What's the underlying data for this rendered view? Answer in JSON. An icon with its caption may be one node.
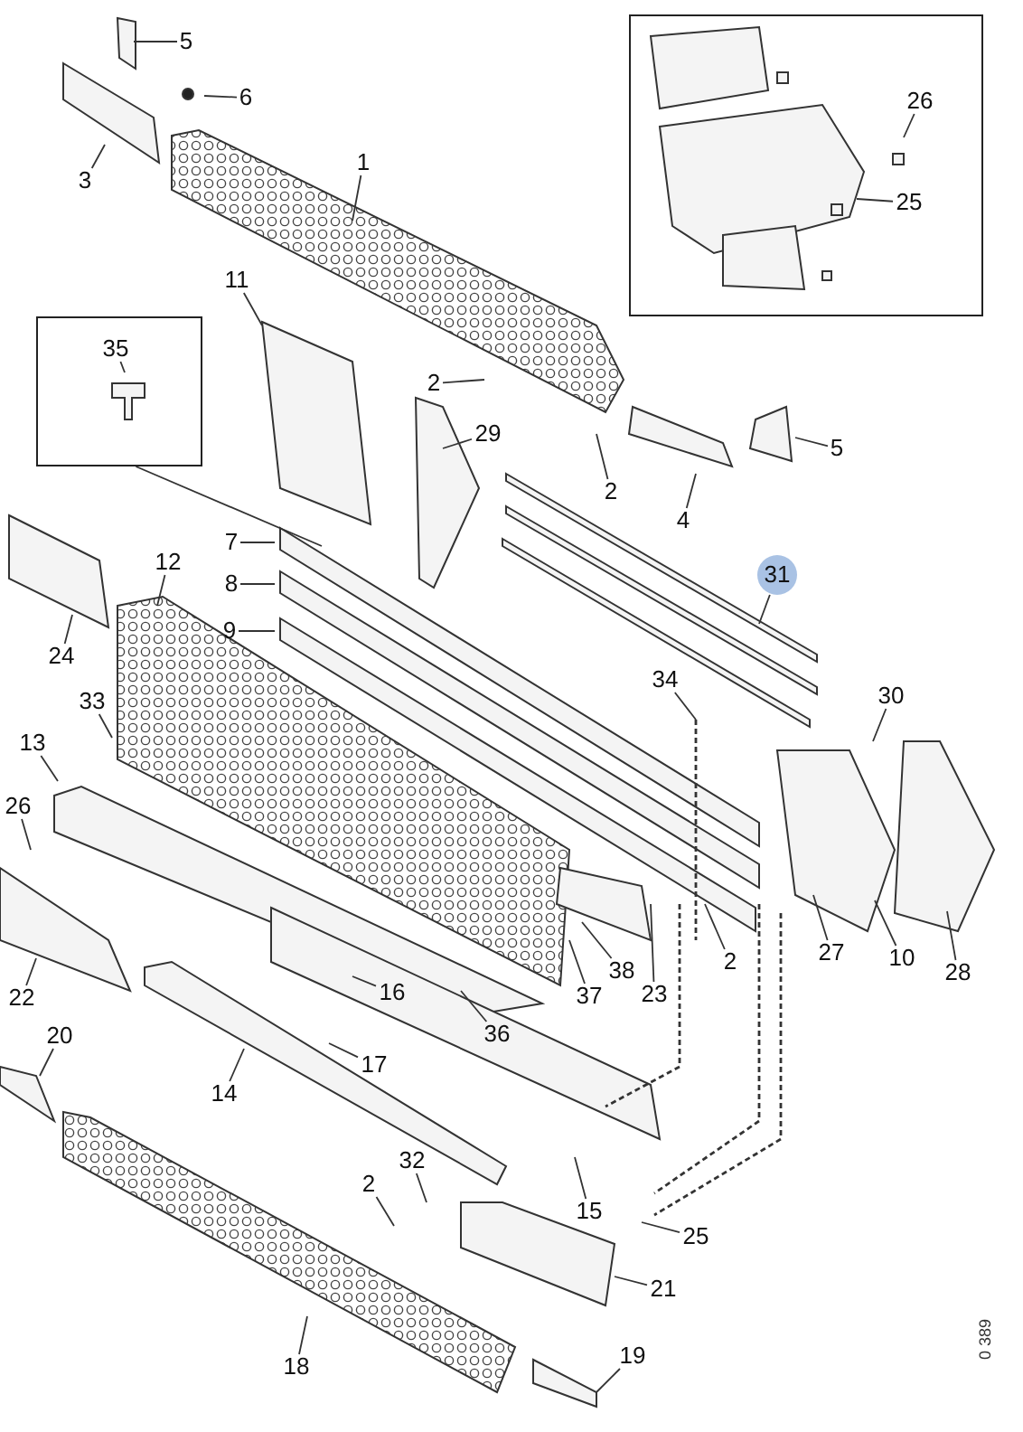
{
  "diagram": {
    "nodes": [
      {
        "text": [],
        "shape": "box"
      },
      {
        "text": [
          "5"
        ]
      },
      {
        "text": [
          "26"
        ],
        "in": 0
      },
      {
        "text": [
          "6"
        ]
      },
      {
        "text": [
          "1"
        ]
      },
      {
        "text": [
          "3"
        ]
      },
      {
        "text": [
          "25"
        ],
        "in": 0
      },
      {
        "text": [
          "11"
        ]
      },
      {
        "text": [],
        "shape": "box"
      },
      {
        "text": [
          "35"
        ],
        "in": 8
      },
      {
        "text": [
          "2"
        ]
      },
      {
        "text": [
          "29"
        ]
      },
      {
        "text": [
          "5"
        ]
      },
      {
        "text": [
          "2"
        ]
      },
      {
        "text": [
          "4"
        ]
      },
      {
        "text": [
          "7"
        ]
      },
      {
        "text": [
          "12"
        ]
      },
      {
        "text": [
          "31"
        ]
      },
      {
        "text": [
          "8"
        ]
      },
      {
        "text": [
          "9"
        ]
      },
      {
        "text": [
          "24"
        ]
      },
      {
        "text": [
          "34"
        ]
      },
      {
        "text": [
          "30"
        ]
      },
      {
        "text": [
          "33"
        ]
      },
      {
        "text": [
          "13"
        ]
      },
      {
        "text": [
          "26"
        ]
      },
      {
        "text": [
          "27"
        ]
      },
      {
        "text": [
          "10"
        ]
      },
      {
        "text": [
          "2"
        ]
      },
      {
        "text": [
          "38"
        ]
      },
      {
        "text": [
          "28"
        ]
      },
      {
        "text": [
          "37"
        ]
      },
      {
        "text": [
          "23"
        ]
      },
      {
        "text": [
          "16"
        ]
      },
      {
        "text": [
          "22"
        ]
      },
      {
        "text": [
          "36"
        ]
      },
      {
        "text": [
          "20"
        ]
      },
      {
        "text": [
          "17"
        ]
      },
      {
        "text": [
          "14"
        ]
      },
      {
        "text": [
          "32"
        ]
      },
      {
        "text": [
          "2"
        ]
      },
      {
        "text": [
          "15"
        ]
      },
      {
        "text": [
          "25"
        ]
      },
      {
        "text": [
          "21"
        ]
      },
      {
        "text": [
          "19"
        ]
      },
      {
        "text": [
          "18"
        ]
      }
    ],
    "edges": [
      {
        "from": 1,
        "to": null,
        "arrow": "none"
      },
      {
        "from": 2,
        "to": null,
        "arrow": "none"
      },
      {
        "from": 3,
        "to": null,
        "arrow": "none"
      },
      {
        "from": 4,
        "to": null,
        "arrow": "none"
      },
      {
        "from": 5,
        "to": null,
        "arrow": "none"
      },
      {
        "from": 6,
        "to": null,
        "arrow": "none"
      },
      {
        "from": 7,
        "to": null,
        "arrow": "none"
      },
      {
        "from": 8,
        "to": null,
        "arrow": "none"
      },
      {
        "from": 9,
        "to": null,
        "arrow": "none"
      },
      {
        "from": 10,
        "to": null,
        "arrow": "none"
      },
      {
        "from": 11,
        "to": null,
        "arrow": "none"
      },
      {
        "from": 12,
        "to": null,
        "arrow": "none"
      },
      {
        "from": 13,
        "to": null,
        "arrow": "none"
      },
      {
        "from": 14,
        "to": null,
        "arrow": "none"
      },
      {
        "from": 15,
        "to": null,
        "arrow": "none"
      },
      {
        "from": 16,
        "to": null,
        "arrow": "none"
      },
      {
        "from": 17,
        "to": null,
        "arrow": "none"
      },
      {
        "from": 18,
        "to": null,
        "arrow": "none"
      },
      {
        "from": 19,
        "to": null,
        "arrow": "none"
      },
      {
        "from": 20,
        "to": null,
        "arrow": "none"
      },
      {
        "from": 21,
        "to": null,
        "arrow": "none"
      },
      {
        "from": 22,
        "to": null,
        "arrow": "none"
      },
      {
        "from": 23,
        "to": null,
        "arrow": "none"
      },
      {
        "from": 24,
        "to": null,
        "arrow": "none"
      },
      {
        "from": 25,
        "to": null,
        "arrow": "none"
      },
      {
        "from": 26,
        "to": null,
        "arrow": "none"
      },
      {
        "from": 27,
        "to": null,
        "arrow": "none"
      },
      {
        "from": 28,
        "to": null,
        "arrow": "none"
      },
      {
        "from": 29,
        "to": null,
        "arrow": "none"
      },
      {
        "from": 30,
        "to": null,
        "arrow": "none"
      },
      {
        "from": 31,
        "to": null,
        "arrow": "none"
      },
      {
        "from": 32,
        "to": null,
        "arrow": "none"
      },
      {
        "from": 33,
        "to": null,
        "arrow": "none"
      },
      {
        "from": 34,
        "to": null,
        "arrow": "none"
      },
      {
        "from": 35,
        "to": null,
        "arrow": "none"
      },
      {
        "from": 36,
        "to": null,
        "arrow": "none"
      },
      {
        "from": 37,
        "to": null,
        "arrow": "none"
      },
      {
        "from": 38,
        "to": null,
        "arrow": "none"
      },
      {
        "from": 39,
        "to": null,
        "arrow": "none"
      },
      {
        "from": 40,
        "to": null,
        "arrow": "none"
      },
      {
        "from": 41,
        "to": null,
        "arrow": "none"
      },
      {
        "from": 42,
        "to": null,
        "arrow": "none"
      },
      {
        "from": 43,
        "to": null,
        "arrow": "none"
      },
      {
        "from": 44,
        "to": null,
        "arrow": "none"
      },
      {
        "from": 45,
        "to": null,
        "arrow": "none"
      }
    ],
    "labels": [
      "0 389"
    ]
  }
}
